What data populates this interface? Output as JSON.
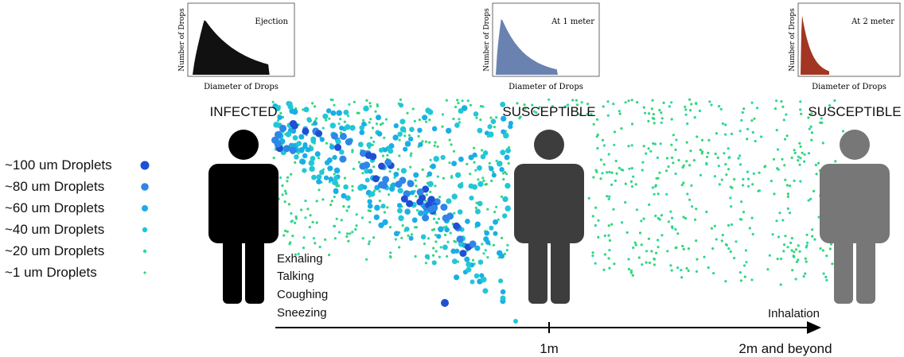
{
  "legend": {
    "items": [
      {
        "label": "~100 um Droplets",
        "color": "#1f4fd4"
      },
      {
        "label": "~80 um Droplets",
        "color": "#2f86e6"
      },
      {
        "label": "~60 um Droplets",
        "color": "#1aaee6"
      },
      {
        "label": "~40 um Droplets",
        "color": "#22c7d6"
      },
      {
        "label": "~20 um Droplets",
        "color": "#2ed6a4"
      },
      {
        "label": "~1 um Droplets",
        "color": "#33d67a"
      }
    ]
  },
  "people": {
    "infected": {
      "label": "INFECTED",
      "color": "#000000"
    },
    "susceptible_1m": {
      "label": "SUSCEPTIBLE",
      "color": "#3d3d3d"
    },
    "susceptible_2m": {
      "label": "SUSCEPTIBLE",
      "color": "#777777"
    }
  },
  "activities": [
    "Exhaling",
    "Talking",
    "Coughing",
    "Sneezing"
  ],
  "axis": {
    "tick_1m": "1m",
    "tick_2m": "2m and beyond",
    "end_label": "Inhalation"
  },
  "insets": [
    {
      "title": "Ejection",
      "xlabel": "Diameter of Drops",
      "ylabel": "Number of Drops",
      "fill": "#111111"
    },
    {
      "title": "At 1 meter",
      "xlabel": "Diameter of Drops",
      "ylabel": "Number of Drops",
      "fill": "#6a82b0"
    },
    {
      "title": "At 2 meter",
      "xlabel": "Diameter of Drops",
      "ylabel": "Number of Drops",
      "fill": "#a23622"
    }
  ]
}
